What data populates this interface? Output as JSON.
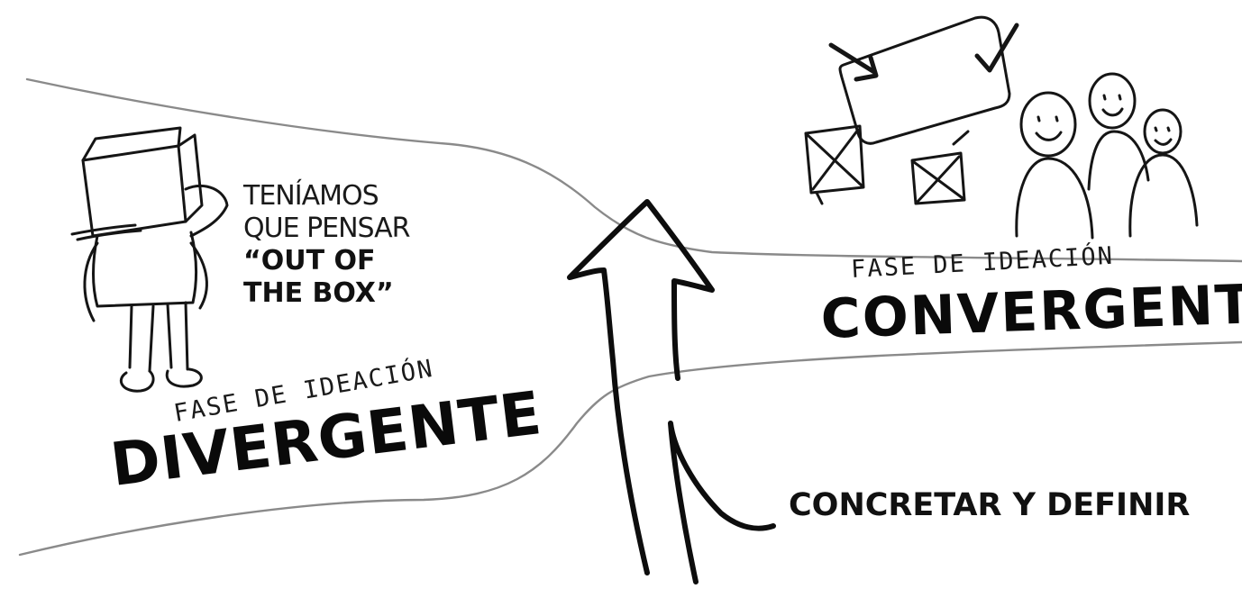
{
  "left_note": {
    "line1": "TENÍAMOS",
    "line2": "QUE PENSAR",
    "line3": "“OUT OF",
    "line4": "THE BOX”"
  },
  "divergent": {
    "subtitle": "FASE DE IDEACIÓN",
    "title": "DIVERGENTE"
  },
  "convergent": {
    "subtitle": "FASE DE IDEACIÓN",
    "title": "CONVERGENTE"
  },
  "arrow": {
    "caption": "CONCRETAR Y DEFINIR"
  }
}
